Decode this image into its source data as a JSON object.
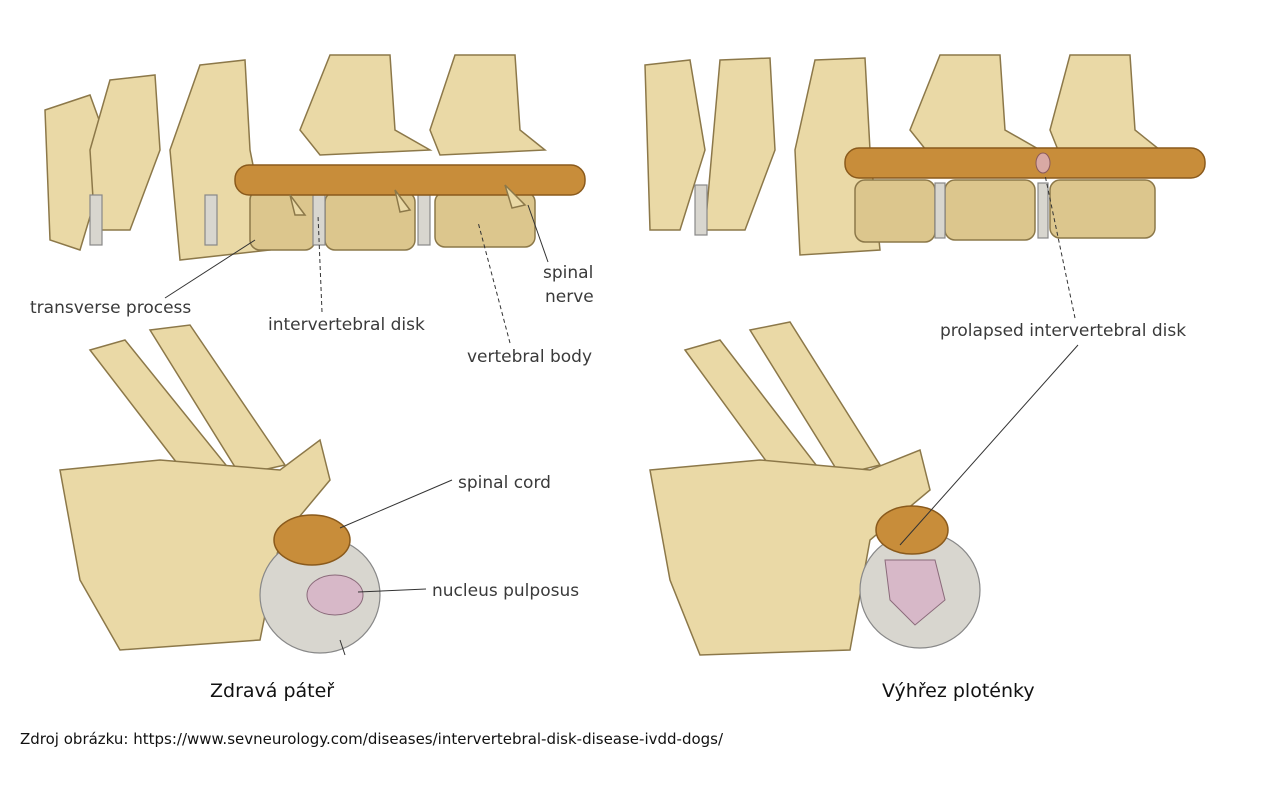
{
  "labels": {
    "transverse_process": "transverse process",
    "intervertebral_disk": "intervertebral disk",
    "vertebral_body": "vertebral body",
    "spinal_nerve_1": "spinal",
    "spinal_nerve_2": "nerve",
    "spinal_cord": "spinal cord",
    "nucleus_pulposus": "nucleus pulposus",
    "prolapsed_disk": "prolapsed intervertebral disk"
  },
  "captions": {
    "healthy": "Zdravá páteř",
    "herniated": "Výhřez ploténky"
  },
  "source": "Zdroj obrázku: https://www.sevneurology.com/diseases/intervertebral-disk-disease-ivdd-dogs/"
}
